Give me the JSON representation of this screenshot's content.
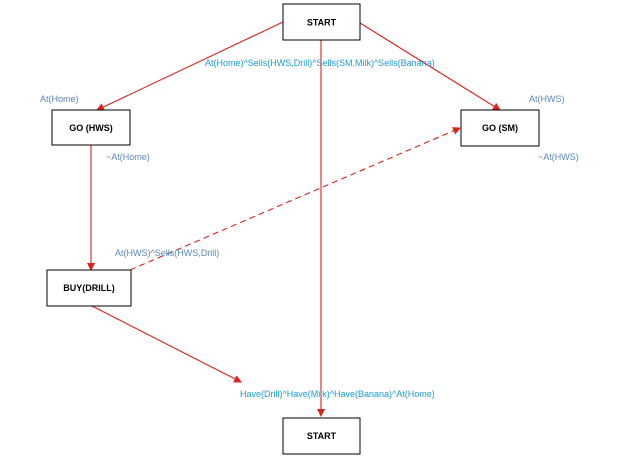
{
  "nodes": {
    "start_top": "START",
    "go_hws": "GO (HWS)",
    "go_sm": "GO (SM)",
    "buy_drill": "BUY(DRILL)",
    "start_bottom": "START"
  },
  "annotations": {
    "initial_state": "At(Home)^Sells(HWS,Drill)^Sells(SM,Milk)^Sells(Banana)",
    "go_hws_precondition": "At(Home)",
    "go_hws_effect": "~At(Home)",
    "go_sm_precondition": "At(HWS)",
    "go_sm_effect": "~At(HWS)",
    "buy_drill_precondition": "At(HWS)^Sells(HWS,Drill)",
    "goal_state": "Have(Drill)^Have(Milk)^Have(Banana)^At(Home)"
  },
  "colors": {
    "edge": "#d9231f",
    "annotation_cyan": "#1b9bd1",
    "annotation_steel": "#5b86b8",
    "node_border": "#000000"
  }
}
